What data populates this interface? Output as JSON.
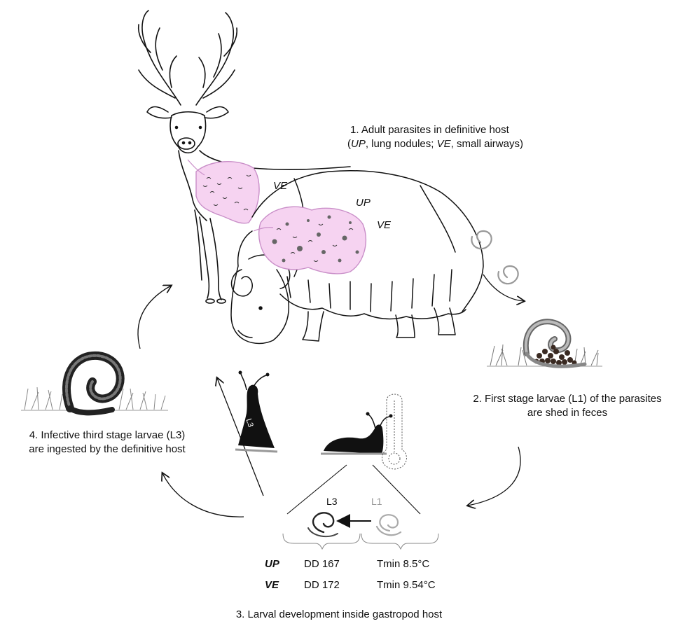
{
  "step1": {
    "line1": "1.    Adult parasites in definitive host",
    "line2_open": "(",
    "line2_up": "UP",
    "line2_mid": ", lung nodules; ",
    "line2_ve": "VE",
    "line2_end": ", small airways)"
  },
  "host_labels": {
    "deer_ve": "VE",
    "ox_up": "UP",
    "ox_ve": "VE"
  },
  "step2": {
    "line1": "2. First stage larvae (L1) of the parasites",
    "line2": "are shed in feces"
  },
  "step3": {
    "title": "3. Larval development inside gastropod host",
    "l3_label": "L3",
    "l1_label": "L1",
    "slug_tag": "L3",
    "table": [
      {
        "species": "UP",
        "dd": "DD 167",
        "tmin": "Tmin 8.5°C"
      },
      {
        "species": "VE",
        "dd": "DD 172",
        "tmin": "Tmin 9.54°C"
      }
    ]
  },
  "step4": {
    "line1": "4. Infective third stage larvae (L3)",
    "line2": "are ingested by the definitive host"
  },
  "colors": {
    "lung_fill": "#f6d3f1",
    "lung_stroke": "#c98ec8",
    "ink": "#111111",
    "larva_grey": "#888888",
    "feces": "#3a2a22"
  }
}
